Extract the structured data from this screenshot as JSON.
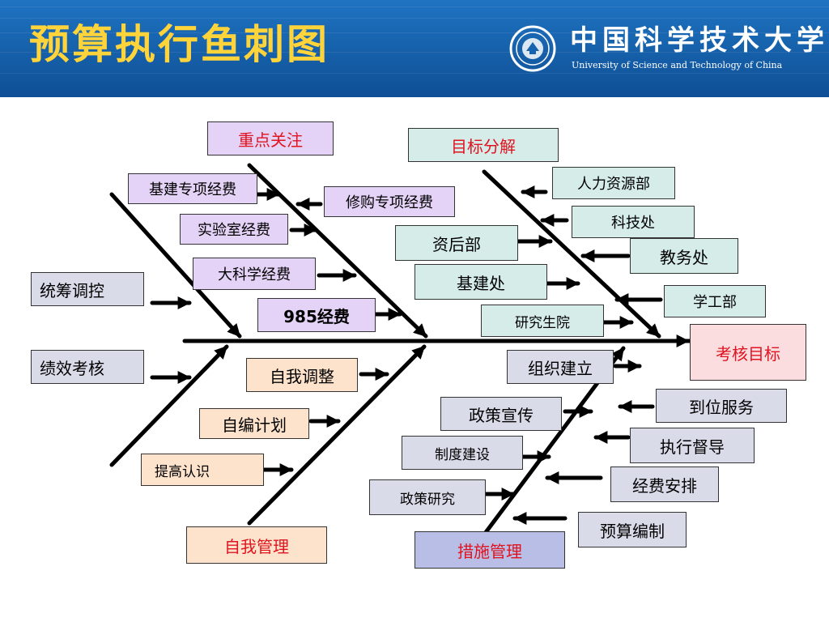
{
  "header": {
    "title": "预算执行鱼刺图",
    "logo_cn": "中国科学技术大学",
    "logo_en": "University of Science and Technology of China",
    "logo_icon": "university-seal-icon"
  },
  "diagram": {
    "head": "考核目标",
    "top_left": {
      "category": "重点关注",
      "items": [
        "基建专项经费",
        "修购专项经费",
        "实验室经费",
        "大科学经费",
        "985经费"
      ]
    },
    "top_right": {
      "category": "目标分解",
      "items": [
        "人力资源部",
        "科技处",
        "资后部",
        "教务处",
        "基建处",
        "学工部",
        "研究生院"
      ]
    },
    "bottom_left": {
      "category": "自我管理",
      "items": [
        "自我调整",
        "自编计划",
        "提高认识"
      ]
    },
    "bottom_right": {
      "category": "措施管理",
      "items": [
        "组织建立",
        "到位服务",
        "政策宣传",
        "执行督导",
        "制度建设",
        "经费安排",
        "政策研究",
        "预算编制"
      ]
    },
    "tail": [
      "统筹调控",
      "绩效考核"
    ]
  },
  "colors": {
    "header_blue": "#1763ad",
    "title_yellow": "#ffd33a",
    "category_red": "#e0131f",
    "line": "#000000"
  }
}
